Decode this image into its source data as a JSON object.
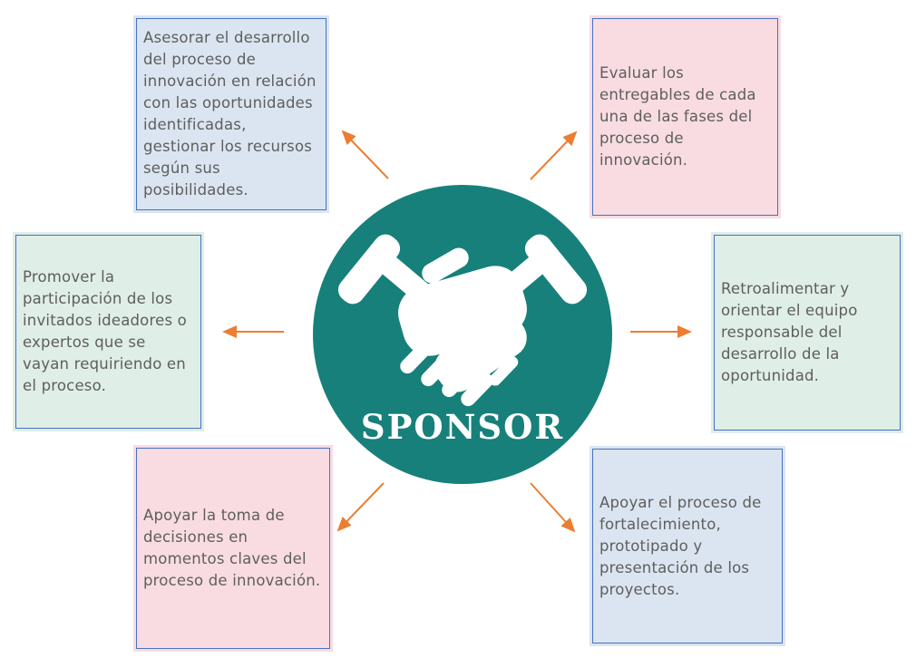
{
  "center": {
    "label": "SPONSOR",
    "icon": "handshake-icon"
  },
  "colors": {
    "teal": "#17807A",
    "white": "#FFFFFF",
    "border_blue": "#4472C4",
    "arrow_orange": "#ED7D31",
    "text_gray": "#5E5E5E",
    "fill_blue": "#DBE5F1",
    "fill_pink": "#F9DCE2",
    "fill_green": "#DFEEE6"
  },
  "boxes": [
    {
      "position": "top-left",
      "fill": "#DBE5F1",
      "text": "Asesorar el desarrollo del proceso de innovación en relación con las oportunidades identificadas, gestionar los recursos según sus posibilidades."
    },
    {
      "position": "top-right",
      "fill": "#F9DCE2",
      "text": "Evaluar los entregables de cada una de las fases del proceso de innovación."
    },
    {
      "position": "middle-left",
      "fill": "#DFEEE6",
      "text": "Promover la participación de los invitados ideadores o expertos que se vayan requiriendo en el proceso."
    },
    {
      "position": "middle-right",
      "fill": "#DFEEE6",
      "text": "Retroalimentar y orientar el equipo responsable del desarrollo de la oportunidad."
    },
    {
      "position": "bottom-left",
      "fill": "#F9DCE2",
      "text": "Apoyar la toma de decisiones en momentos claves del proceso de innovación."
    },
    {
      "position": "bottom-right",
      "fill": "#DBE5F1",
      "text": "Apoyar el proceso de fortalecimiento, prototipado y presentación de los proyectos."
    }
  ]
}
